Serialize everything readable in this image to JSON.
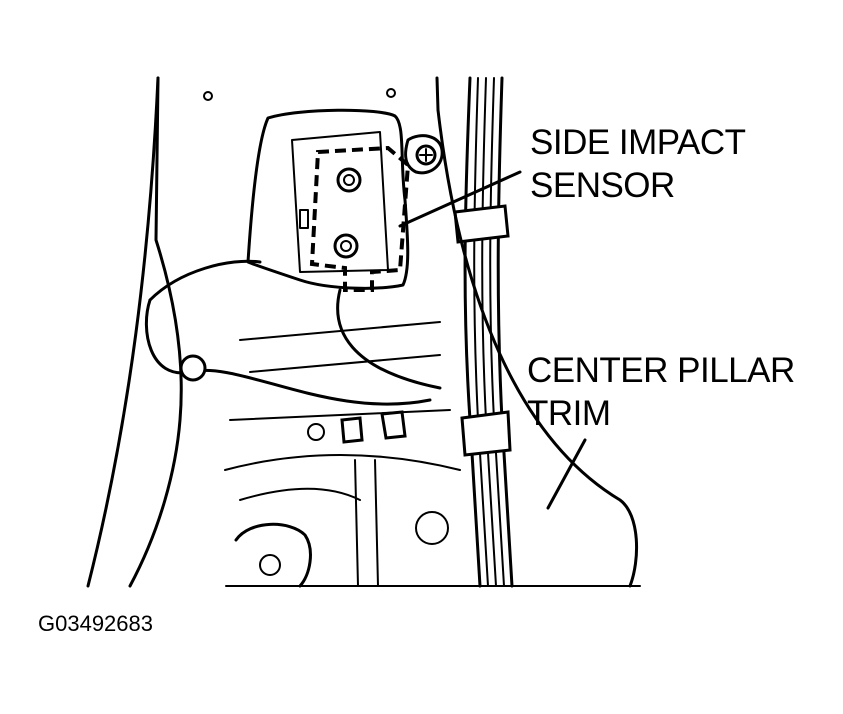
{
  "figure": {
    "labels": {
      "side_impact_sensor": [
        "SIDE IMPACT",
        "SENSOR"
      ],
      "center_pillar_trim": [
        "CENTER PILLAR",
        "TRIM"
      ]
    },
    "figure_id": "G03492683",
    "colors": {
      "ink": "#000000",
      "paper": "#ffffff"
    }
  }
}
